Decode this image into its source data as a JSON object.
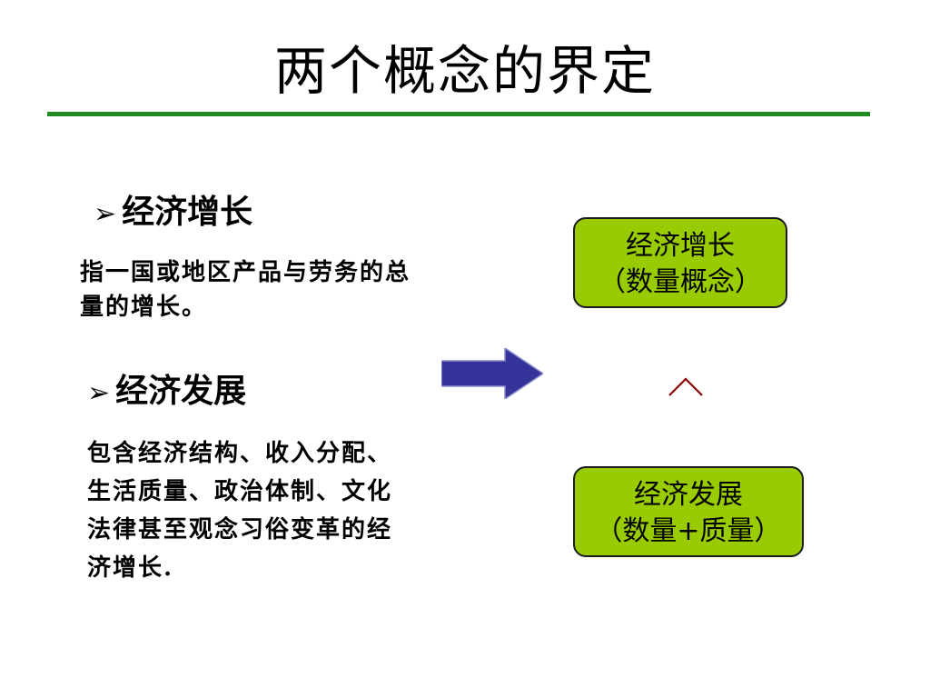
{
  "slide": {
    "title": "两个概念的界定"
  },
  "left": {
    "growth": {
      "marker": "➢",
      "heading": "经济增长",
      "description": "指一国或地区产品与劳务的总量的增长。"
    },
    "development": {
      "marker": "➢",
      "heading": "经济发展",
      "description": "包含经济结构、收入分配、生活质量、政治体制、文化法律甚至观念习俗变革的经济增长."
    }
  },
  "right": {
    "growth_box": {
      "line1": "经济增长",
      "line2": "（数量概念）"
    },
    "relation_symbol": "caret-up-icon",
    "development_box": {
      "line1": "经济发展",
      "line2": "（数量+质量）"
    }
  },
  "colors": {
    "rule": "#228B22",
    "box_fill": "#99CC00",
    "arrow_fill": "#333399",
    "caret": "#8B0000"
  }
}
